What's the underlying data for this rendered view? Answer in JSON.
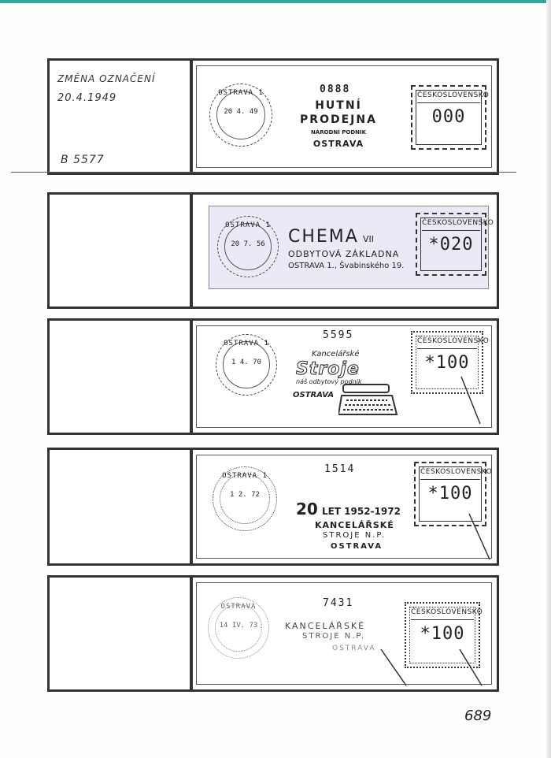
{
  "notes": {
    "line1": "ZMĚNA OZNAČENÍ",
    "line2": "20.4.1949",
    "ref": "B 5577"
  },
  "franks": [
    {
      "postmark_city": "OSTRAVA 1",
      "postmark_date": "20 4. 49",
      "meter_number": "0888",
      "line1": "HUTNÍ",
      "line2": "PRODEJNA",
      "line3": "NÁRODNÍ PODNIK",
      "line4": "OSTRAVA",
      "country": "ČESKOSLOVENSKO",
      "value": "000"
    },
    {
      "postmark_city": "OSTRAVA 1",
      "postmark_date": "20 7. 56",
      "brand": "CHEMA",
      "brand_suffix": "VII",
      "line2": "ODBYTOVÁ ZÁKLADNA",
      "line3": "OSTRAVA 1., Švabinského 19.",
      "country": "ČESKOSLOVENSKO",
      "value": "*020"
    },
    {
      "postmark_city": "OSTRAVA 1",
      "postmark_date": "1 4. 70",
      "meter_number": "5595",
      "line1": "Kancelářské",
      "brand": "Stroje",
      "line2": "náš odbytový podnik",
      "line3": "OSTRAVA",
      "country": "ČESKOSLOVENSKO",
      "value": "*100"
    },
    {
      "postmark_city": "OSTRAVA 1",
      "postmark_date": "1 2. 72",
      "meter_number": "1514",
      "line1_big": "20",
      "line1_rest": "LET 1952-1972",
      "line2": "KANCELÁŘSKÉ",
      "line3": "STROJE N.P.",
      "line4": "OSTRAVA",
      "country": "ČESKOSLOVENSKO",
      "value": "*100"
    },
    {
      "postmark_city": "OSTRAVA",
      "postmark_date": "14 IV. 73",
      "meter_number": "7431",
      "line1": "KANCELÁŘSKÉ",
      "line2": "STROJE N.P.",
      "line3": "OSTRAVA",
      "country": "ČESKOSLOVENSKO",
      "value": "*100"
    }
  ],
  "folio": "689"
}
